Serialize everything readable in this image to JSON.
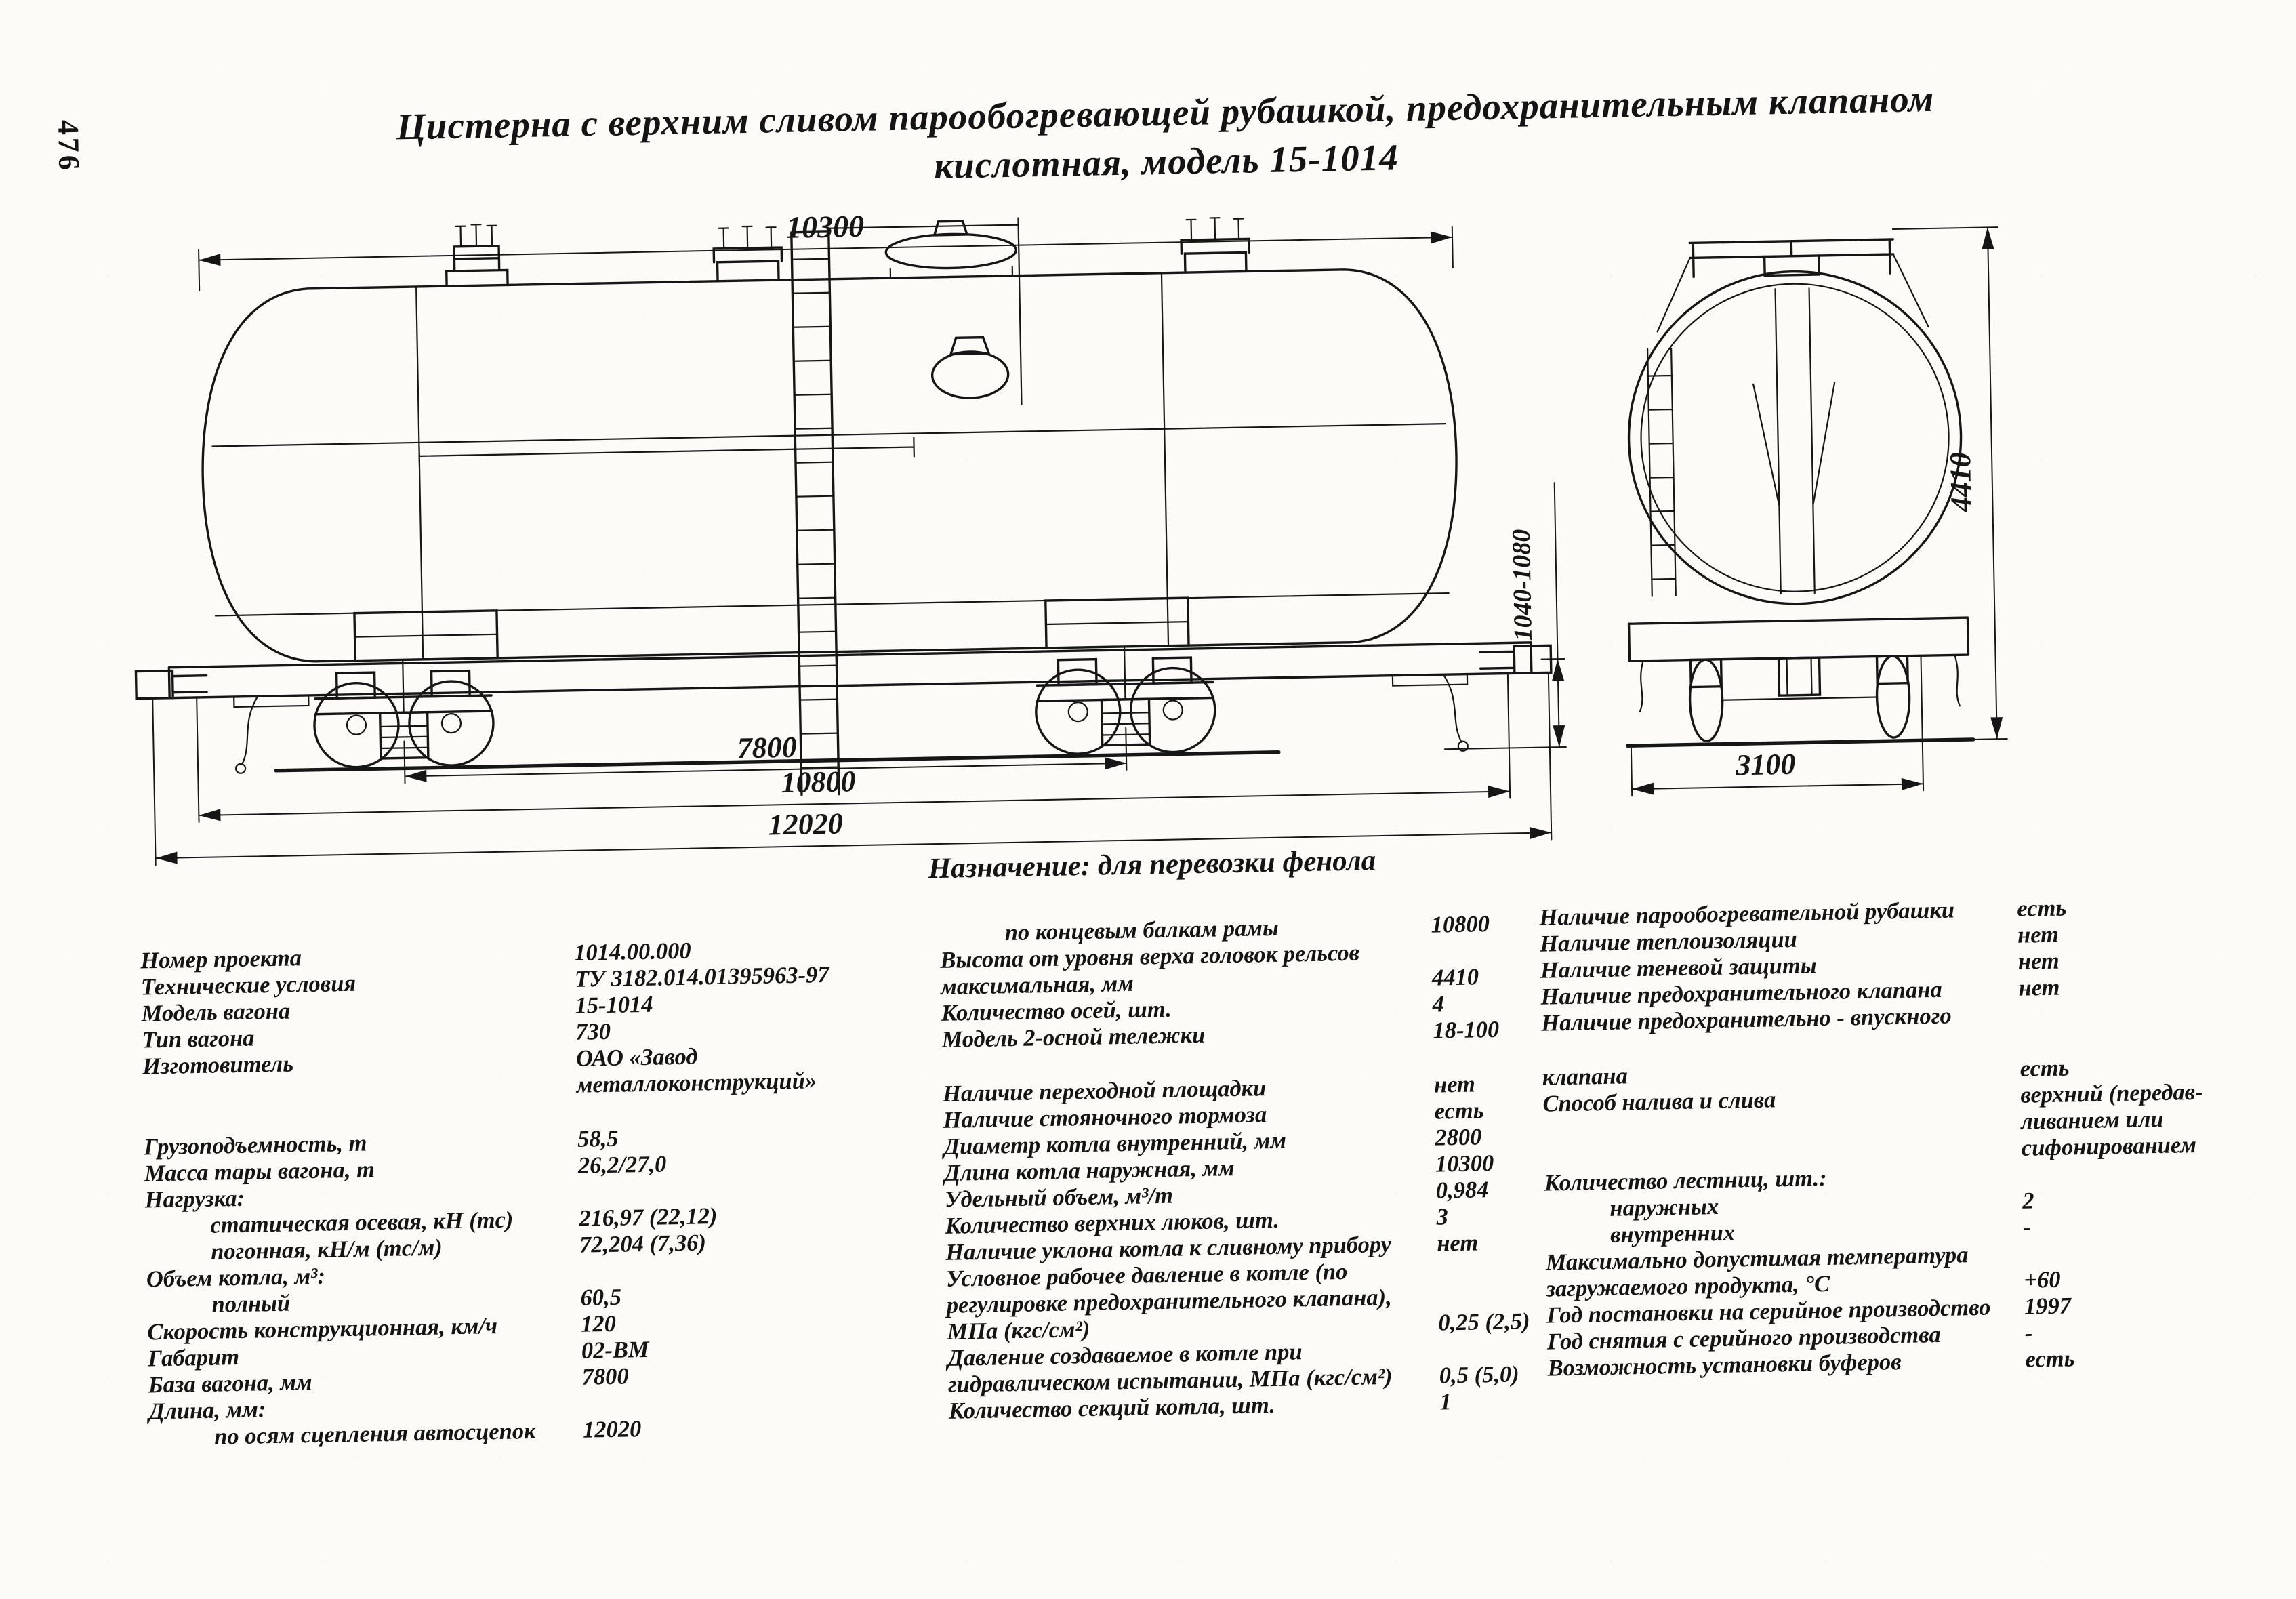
{
  "page_number": "476",
  "title": {
    "line1": "Цистерна с верхним сливом парообогревающей рубашкой, предохранительным клапаном",
    "line2": "кислотная, модель 15-1014"
  },
  "purpose": "Назначение: для перевозки фенола",
  "drawing": {
    "side_view": {
      "dim_tank_length": "10300",
      "dim_coupler_height": "1040-1080",
      "dim_bogie_base": "7800",
      "dim_frame_beams": "10800",
      "dim_coupler_length": "12020"
    },
    "end_view": {
      "dim_height": "4410",
      "dim_width": "3100"
    }
  },
  "specs": {
    "col1": [
      {
        "l": "Номер проекта",
        "v": "1014.00.000"
      },
      {
        "l": "Технические условия",
        "v": "ТУ 3182.014.01395963-97"
      },
      {
        "l": "Модель вагона",
        "v": "15-1014"
      },
      {
        "l": "Тип вагона",
        "v": "730"
      },
      {
        "l": "Изготовитель",
        "v": "ОАО «Завод металлоконструкций»",
        "top": true
      },
      {
        "l": "Грузоподъемность, т",
        "v": "58,5",
        "gap": true
      },
      {
        "l": "Масса тары вагона, т",
        "v": "26,2/27,0"
      },
      {
        "l": "Нагрузка:",
        "v": ""
      },
      {
        "l": "статическая осевая, кН (тс)",
        "v": "216,97 (22,12)",
        "ind": true
      },
      {
        "l": "погонная, кН/м (тс/м)",
        "v": "72,204 (7,36)",
        "ind": true
      },
      {
        "l": "Объем котла, м³:",
        "v": ""
      },
      {
        "l": "полный",
        "v": "60,5",
        "ind": true
      },
      {
        "l": "Скорость конструкционная, км/ч",
        "v": "120"
      },
      {
        "l": "Габарит",
        "v": "02-ВМ"
      },
      {
        "l": "База вагона, мм",
        "v": "7800"
      },
      {
        "l": "Длина, мм:",
        "v": ""
      },
      {
        "l": "по осям сцепления автосцепок",
        "v": "12020",
        "ind": true
      }
    ],
    "col2": [
      {
        "l": "по концевым балкам рамы",
        "v": "10800",
        "ind": true
      },
      {
        "l": "Высота от уровня верха головок рельсов максимальная, мм",
        "v": "4410"
      },
      {
        "l": "Количество осей, шт.",
        "v": "4"
      },
      {
        "l": "Модель 2-осной тележки",
        "v": "18-100"
      },
      {
        "l": "Наличие переходной площадки",
        "v": "нет",
        "gap": true
      },
      {
        "l": "Наличие стояночного тормоза",
        "v": "есть"
      },
      {
        "l": "Диаметр котла внутренний, мм",
        "v": "2800"
      },
      {
        "l": "Длина котла наружная, мм",
        "v": "10300"
      },
      {
        "l": "Удельный объем, м³/т",
        "v": "0,984"
      },
      {
        "l": "Количество верхних люков, шт.",
        "v": "3"
      },
      {
        "l": "Наличие уклона котла к сливному прибору",
        "v": "нет"
      },
      {
        "l": "Условное рабочее давление в котле (по регулировке предохранительного клапана), МПа (кгс/см²)",
        "v": "0,25 (2,5)"
      },
      {
        "l": "Давление создаваемое в котле при гидравлическом испытании, МПа (кгс/см²)",
        "v": "0,5 (5,0)"
      },
      {
        "l": "Количество секций котла, шт.",
        "v": "1"
      }
    ],
    "col3": [
      {
        "l": "Наличие парообогревательной рубашки",
        "v": "есть"
      },
      {
        "l": "Наличие теплоизоляции",
        "v": "нет"
      },
      {
        "l": "Наличие теневой защиты",
        "v": "нет"
      },
      {
        "l": "Наличие предохранительного клапана",
        "v": "нет"
      },
      {
        "l": "Наличие предохранительно - впускного",
        "v": ""
      },
      {
        "l": "клапана",
        "v": "есть",
        "gap": true
      },
      {
        "l": "Способ налива и слива",
        "v": "верхний (передав-\nливанием или\nсифонированием",
        "top": true
      },
      {
        "l": "Количество лестниц, шт.:",
        "v": ""
      },
      {
        "l": "наружных",
        "v": "2",
        "ind": true
      },
      {
        "l": "внутренних",
        "v": "-",
        "ind": true
      },
      {
        "l": "Максимально допустимая температура загружаемого продукта, °С",
        "v": "+60"
      },
      {
        "l": "Год постановки на серийное производство",
        "v": "1997"
      },
      {
        "l": "Год снятия с серийного производства",
        "v": "-"
      },
      {
        "l": "Возможность установки буферов",
        "v": "есть"
      }
    ]
  }
}
